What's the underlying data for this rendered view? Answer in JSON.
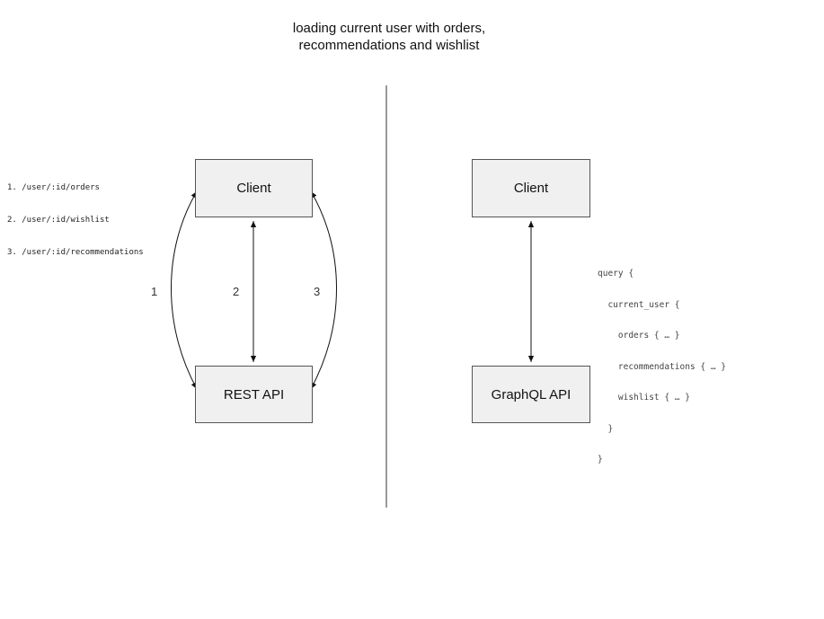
{
  "title": {
    "line1": "loading current user with orders,",
    "line2": "recommendations and wishlist"
  },
  "left_panel": {
    "endpoint_list": [
      "1. /user/:id/orders",
      "2. /user/:id/wishlist",
      "3. /user/:id/recommendations"
    ],
    "client_box": "Client",
    "api_box": "REST API",
    "arrow_labels": [
      "1",
      "2",
      "3"
    ]
  },
  "right_panel": {
    "client_box": "Client",
    "api_box": "GraphQL API",
    "query_code": [
      "query {",
      "  current_user {",
      "    orders { … }",
      "    recommendations { … }",
      "    wishlist { … }",
      "  }",
      "}"
    ]
  },
  "colors": {
    "box_fill": "#f0f0f0",
    "box_border": "#555555",
    "line": "#111111",
    "divider": "#333333"
  }
}
